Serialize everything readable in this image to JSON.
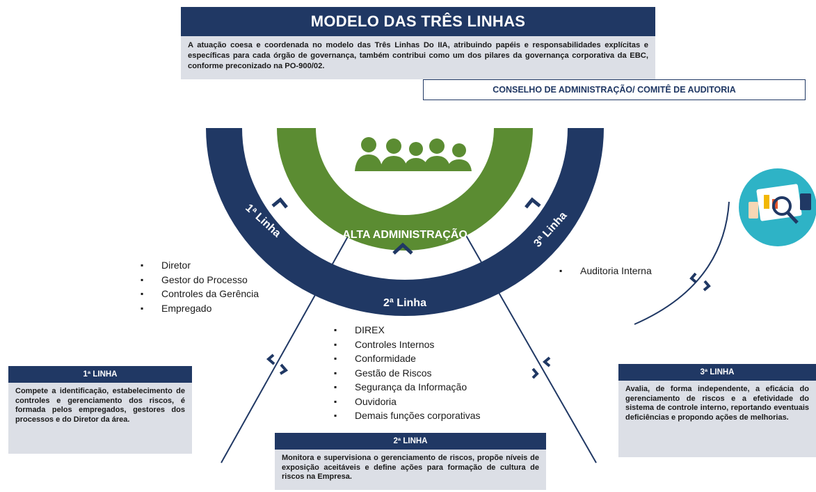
{
  "header": {
    "title": "MODELO DAS TRÊS LINHAS",
    "intro": "A atuação coesa e coordenada no modelo das Três Linhas Do IIA, atribuindo papéis e responsabilidades explícitas e específicas para cada órgão de governança, também contribui como um dos pilares da governança corporativa da EBC, conforme preconizado na PO-900/02.",
    "council": "CONSELHO DE ADMINISTRAÇÃO/ COMITÊ DE AUDITORIA"
  },
  "diagram": {
    "center_label": "ALTA ADMINISTRAÇÃO",
    "line1_label": "1ª Linha",
    "line2_label": "2ª Linha",
    "line3_label": "3ª Linha",
    "colors": {
      "navy": "#203864",
      "green": "#5b8c32",
      "panel": "#dcdfe6"
    }
  },
  "lists": {
    "line1": [
      "Diretor",
      "Gestor do Processo",
      "Controles da Gerência",
      "Empregado"
    ],
    "line2": [
      "DIREX",
      "Controles Internos",
      "Conformidade",
      "Gestão de Riscos",
      "Segurança da Informação",
      "Ouvidoria",
      "Demais funções corporativas"
    ],
    "line3": [
      "Auditoria Interna"
    ]
  },
  "boxes": {
    "line1": {
      "title": "1ª LINHA",
      "text": "Compete a identificação, estabelecimento de controles e gerenciamento dos riscos, é formada pelos empregados, gestores dos processos e do Diretor da área."
    },
    "line2": {
      "title": "2ª LINHA",
      "text": "Monitora e supervisiona o gerenciamento de riscos, propõe níveis de exposição aceitáveis e define ações para formação de cultura de riscos na Empresa."
    },
    "line3": {
      "title": "3ª LINHA",
      "text": "Avalia, de forma independente, a eficácia do gerenciamento de riscos e a efetividade do sistema de controle interno, reportando eventuais deficiências e propondo ações de melhorias."
    }
  },
  "icons": [
    "people-group-icon",
    "audit-magnifier-icon",
    "chevron-icon"
  ]
}
